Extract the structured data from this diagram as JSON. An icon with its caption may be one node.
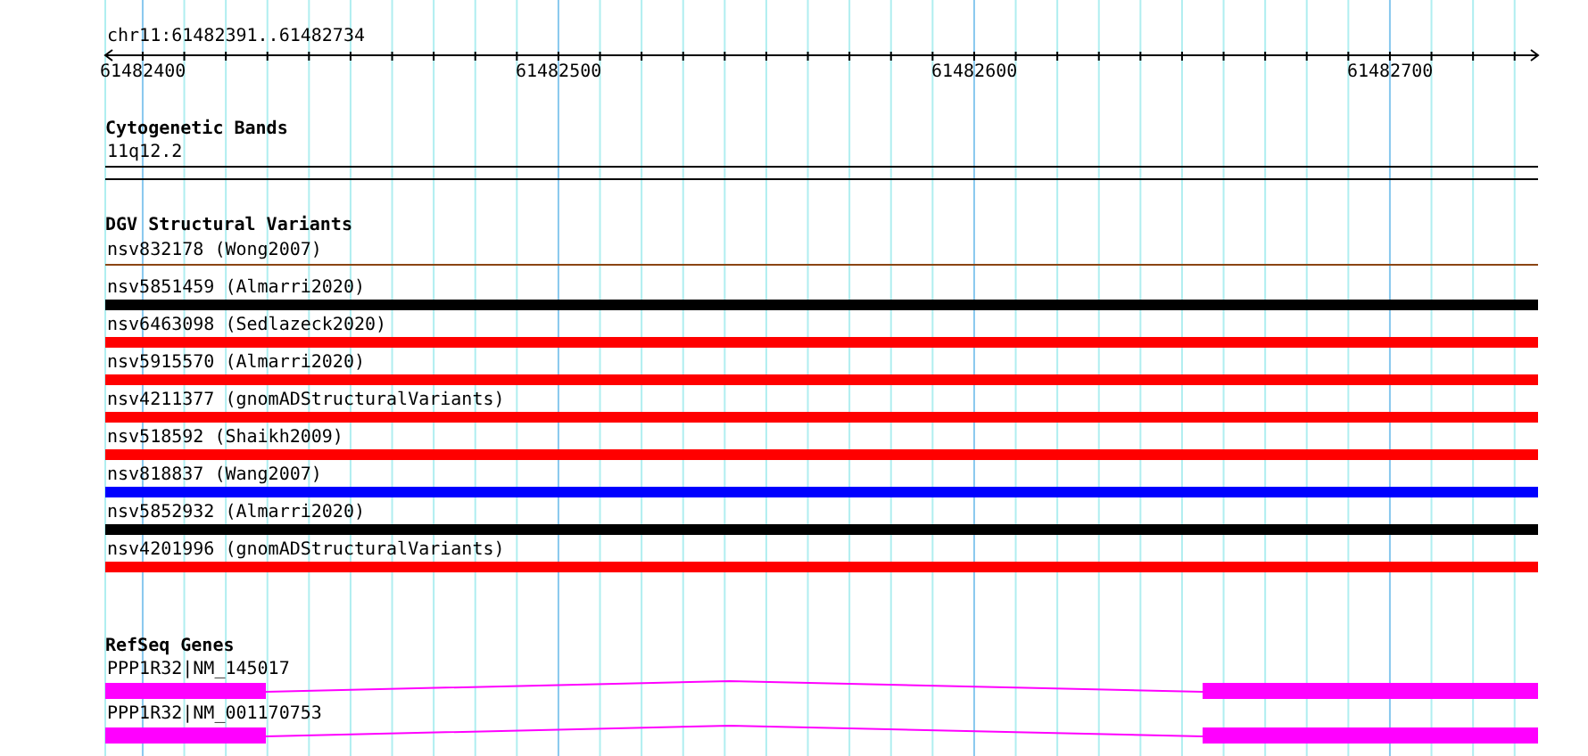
{
  "diagram": {
    "nodes": [
      {
        "text": [
          "11q12.2"
        ]
      },
      {
        "text": [
          "nsv832178 (Wong2007)"
        ]
      },
      {
        "text": [
          "nsv5851459 (Almarri2020)"
        ]
      },
      {
        "text": [
          "nsv6463098 (Sedlazeck2020)"
        ]
      },
      {
        "text": [
          "nsv5915570 (Almarri2020)"
        ]
      },
      {
        "text": [
          "nsv4211377 (gnomADStructuralVariants)"
        ]
      },
      {
        "text": [
          "nsv518592 (Shaikh2009)"
        ]
      },
      {
        "text": [
          "nsv818837 (Wang2007)"
        ]
      },
      {
        "text": [
          "nsv5852932 (Almarri2020)"
        ]
      },
      {
        "text": [
          "nsv4201996 (gnomADStructuralVariants)"
        ]
      },
      {
        "text": [
          "PPP1R32|NM_145017"
        ]
      },
      {
        "text": [
          "PPP1R32|NM_001170753"
        ]
      }
    ],
    "labels": [
      "chr11:61482391..61482734",
      "61482400",
      "61482500",
      "61482600",
      "61482700",
      "Cytogenetic Bands",
      "DGV Structural Variants",
      "RefSeq Genes"
    ]
  }
}
